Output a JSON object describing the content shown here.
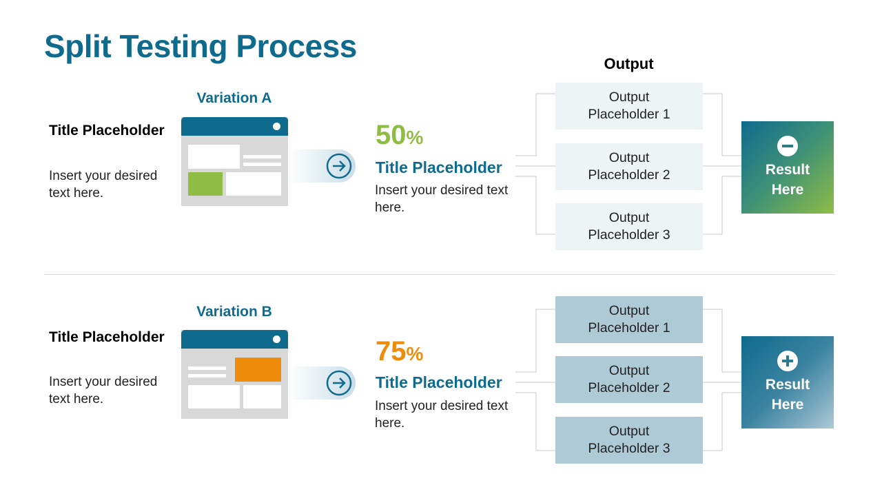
{
  "title": "Split Testing Process",
  "output_header": "Output",
  "rows": [
    {
      "left_title": "Title Placeholder",
      "left_text": "Insert your desired text here.",
      "variation_label": "Variation A",
      "percent_value": "50",
      "percent_symbol": "%",
      "percent_color": "#8fbc45",
      "mid_title": "Title Placeholder",
      "mid_text": "Insert your desired text here.",
      "outputs": [
        [
          "Output",
          "Placeholder 1"
        ],
        [
          "Output",
          "Placeholder 2"
        ],
        [
          "Output",
          "Placeholder 3"
        ]
      ],
      "result": "Result Here",
      "result_icon": "minus-circle-icon"
    },
    {
      "left_title": "Title Placeholder",
      "left_text": "Insert your desired text here.",
      "variation_label": "Variation B",
      "percent_value": "75",
      "percent_symbol": "%",
      "percent_color": "#ef8c0b",
      "mid_title": "Title Placeholder",
      "mid_text": "Insert your desired text here.",
      "outputs": [
        [
          "Output",
          "Placeholder 1"
        ],
        [
          "Output",
          "Placeholder 2"
        ],
        [
          "Output",
          "Placeholder 3"
        ]
      ],
      "result": "Result Here",
      "result_icon": "plus-circle-icon"
    }
  ],
  "colors": {
    "primary": "#0e6b8d",
    "green_accent": "#8fbc45",
    "orange_accent": "#ef8c0b",
    "output_light": "#eef3f6",
    "output_dark": "#aecad6"
  }
}
